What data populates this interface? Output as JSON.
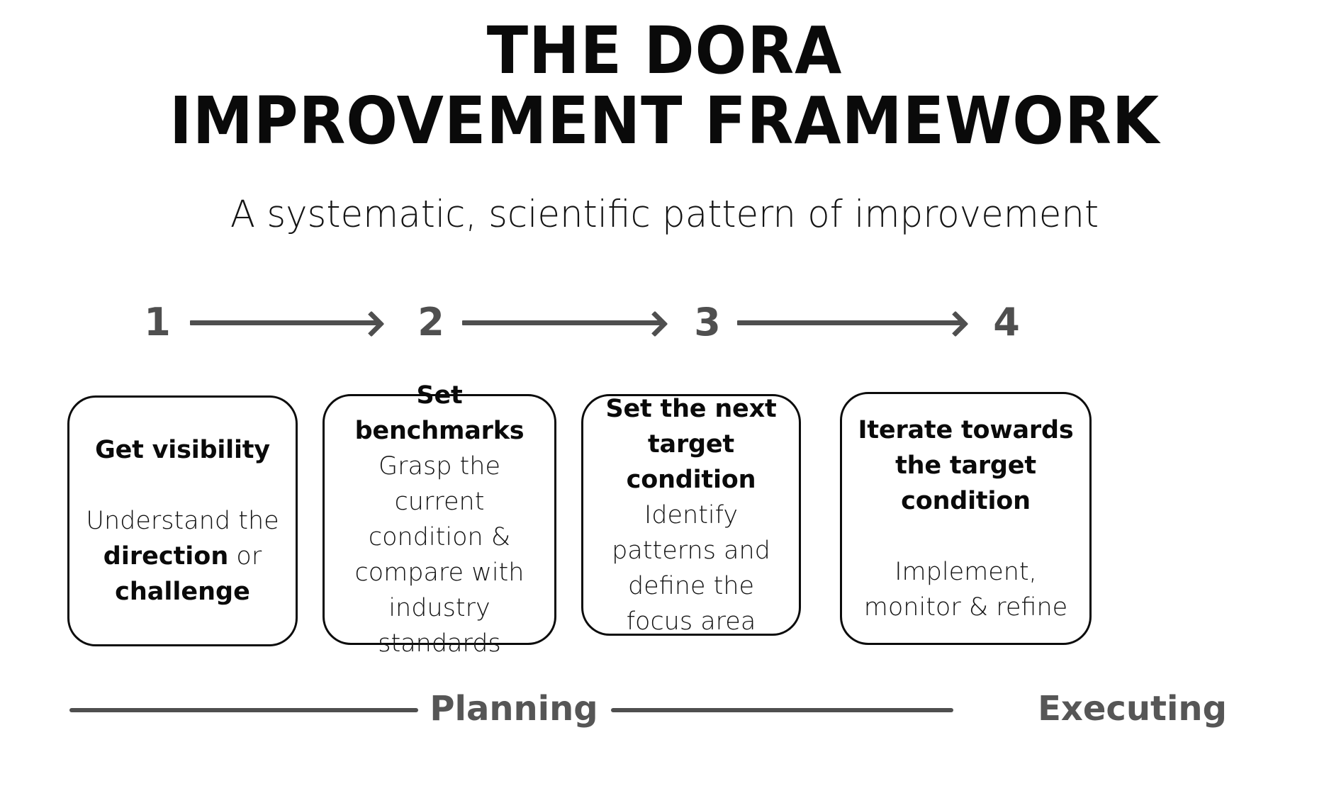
{
  "header": {
    "title_line_1": "THE DORA",
    "title_line_2": "IMPROVEMENT FRAMEWORK",
    "subtitle": "A systematic, scientific pattern of improvement"
  },
  "accent_colors": {
    "text_black": "#0a0a0a",
    "gray": "#4f4f4f",
    "phase_gray": "#565656",
    "card_border": "#0c0c0c",
    "background": "#ffffff"
  },
  "steps": [
    {
      "number": "1"
    },
    {
      "number": "2"
    },
    {
      "number": "3"
    },
    {
      "number": "4"
    }
  ],
  "cards": [
    {
      "heading": "Get visibility",
      "has_gap": true,
      "body_prefix": "Understand the ",
      "body_bold_1": "direction",
      "body_middle": " or ",
      "body_bold_2": "challenge",
      "body_suffix": ""
    },
    {
      "heading": "Set benchmarks",
      "has_gap": false,
      "body_prefix": "Grasp the current condition & compare with industry standards",
      "body_bold_1": "",
      "body_middle": "",
      "body_bold_2": "",
      "body_suffix": ""
    },
    {
      "heading": "Set the next target condition",
      "has_gap": true,
      "body_prefix": "Identify patterns and define the focus area",
      "body_bold_1": "",
      "body_middle": "",
      "body_bold_2": "",
      "body_suffix": ""
    },
    {
      "heading": "Iterate towards the target condition",
      "has_gap": true,
      "body_prefix": "Implement, monitor & refine",
      "body_bold_1": "",
      "body_middle": "",
      "body_bold_2": "",
      "body_suffix": ""
    }
  ],
  "phases": {
    "planning_label": "Planning",
    "executing_label": "Executing"
  }
}
